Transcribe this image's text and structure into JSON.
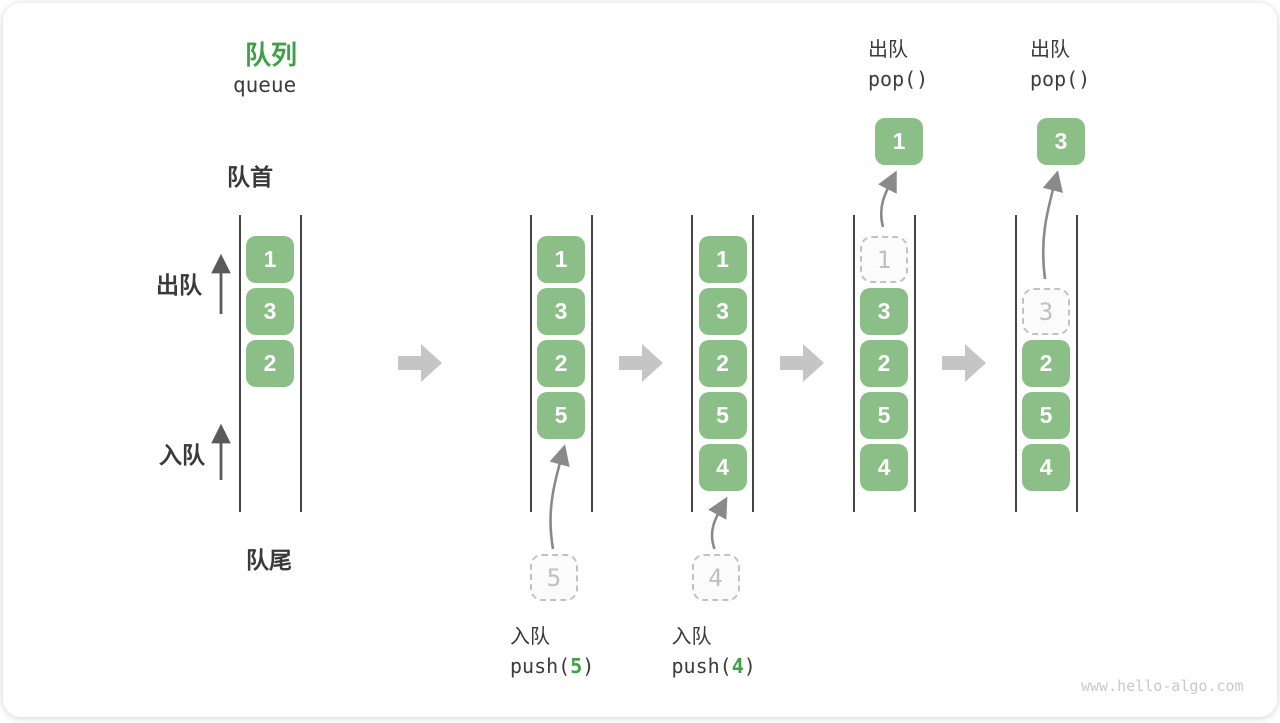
{
  "title": {
    "zh": "队列",
    "en": "queue"
  },
  "side_labels": {
    "front": "队首",
    "rear": "队尾",
    "dequeue": "出队",
    "enqueue": "入队"
  },
  "icons": {
    "flow": "arrow-right-icon",
    "side": "arrow-up-icon",
    "transfer": "curved-arrow-icon"
  },
  "colors": {
    "box_green": "#8CBE88",
    "accent_green": "#3FA047",
    "dashed_gray": "#C2C2C2",
    "flow_arrow_gray": "#C5C5C5",
    "curve_arrow_gray": "#8A8A8A",
    "side_arrow_dark": "#5A5A5A",
    "channel_line": "#454545",
    "label_text": "#3A3A3A",
    "code_text": "#3C3C3C",
    "watermark_gray": "#C9C9C9"
  },
  "states": [
    {
      "name": "state-initial",
      "boxes": [
        {
          "slot": 0,
          "value": "1",
          "style": "solid"
        },
        {
          "slot": 1,
          "value": "3",
          "style": "solid"
        },
        {
          "slot": 2,
          "value": "2",
          "style": "solid"
        }
      ]
    },
    {
      "name": "state-after-push-5",
      "boxes": [
        {
          "slot": 0,
          "value": "1",
          "style": "solid"
        },
        {
          "slot": 1,
          "value": "3",
          "style": "solid"
        },
        {
          "slot": 2,
          "value": "2",
          "style": "solid"
        },
        {
          "slot": 3,
          "value": "5",
          "style": "solid"
        }
      ],
      "incoming": {
        "value": "5"
      },
      "operation": {
        "position": "below",
        "label": "入队",
        "code_prefix": "push(",
        "code_value": "5",
        "code_suffix": ")"
      }
    },
    {
      "name": "state-after-push-4",
      "boxes": [
        {
          "slot": 0,
          "value": "1",
          "style": "solid"
        },
        {
          "slot": 1,
          "value": "3",
          "style": "solid"
        },
        {
          "slot": 2,
          "value": "2",
          "style": "solid"
        },
        {
          "slot": 3,
          "value": "5",
          "style": "solid"
        },
        {
          "slot": 4,
          "value": "4",
          "style": "solid"
        }
      ],
      "incoming": {
        "value": "4"
      },
      "operation": {
        "position": "below",
        "label": "入队",
        "code_prefix": "push(",
        "code_value": "4",
        "code_suffix": ")"
      }
    },
    {
      "name": "state-after-pop-1",
      "boxes": [
        {
          "slot": 0,
          "value": "1",
          "style": "dashed"
        },
        {
          "slot": 1,
          "value": "3",
          "style": "solid"
        },
        {
          "slot": 2,
          "value": "2",
          "style": "solid"
        },
        {
          "slot": 3,
          "value": "5",
          "style": "solid"
        },
        {
          "slot": 4,
          "value": "4",
          "style": "solid"
        }
      ],
      "outgoing": {
        "value": "1"
      },
      "operation": {
        "position": "above",
        "label": "出队",
        "code_prefix": "pop(",
        "code_value": "",
        "code_suffix": ")"
      }
    },
    {
      "name": "state-after-pop-3",
      "boxes": [
        {
          "slot": 1,
          "value": "3",
          "style": "dashed"
        },
        {
          "slot": 2,
          "value": "2",
          "style": "solid"
        },
        {
          "slot": 3,
          "value": "5",
          "style": "solid"
        },
        {
          "slot": 4,
          "value": "4",
          "style": "solid"
        }
      ],
      "outgoing": {
        "value": "3"
      },
      "operation": {
        "position": "above",
        "label": "出队",
        "code_prefix": "pop(",
        "code_value": "",
        "code_suffix": ")"
      }
    }
  ],
  "watermark": "www.hello-algo.com"
}
